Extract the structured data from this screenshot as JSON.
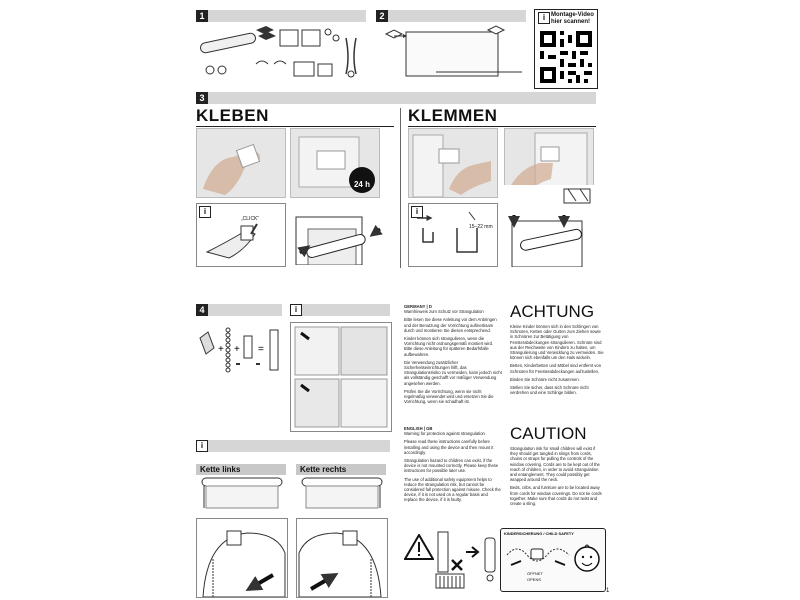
{
  "step1": {
    "number": "1"
  },
  "step2": {
    "number": "2"
  },
  "step3": {
    "number": "3"
  },
  "step4": {
    "number": "4"
  },
  "info_icon": "i",
  "qr": {
    "line1": "Montage-Video",
    "line2": "hier scannen!"
  },
  "kleben": {
    "heading": "KLEBEN",
    "badge_24h": "24 h",
    "click_label": "„CLICK“"
  },
  "klemmen": {
    "heading": "KLEMMEN",
    "size_label": "15–22 mm"
  },
  "kette_links": "Kette links",
  "kette_rechts": "Kette rechts",
  "german": {
    "country": "GERMANY | D",
    "subtitle": "Warnhinweis zum Schutz vor Strangulation",
    "p1": "Bitte lesen Sie diese Anleitung vor dem Anbringen und der Benutzung der Vorrichtung aufmerksam durch und montieren Sie diesen entsprechend.",
    "p2": "Kinder können sich strangulieren, wenn die Vorrichtung nicht ordnungsgemäß montiert wird. Bitte diese Anleitung für späteren Bedarfsfalle aufbewahren.",
    "p3": "Die Verwendung zusätzlicher Sicherheitseinrichtungen hilft, das Strangulationsrisiko zu vermeiden, kann jedoch nicht als vollständig geschafft vor mäßiger Verwendung angesehen werden.",
    "p4": "Prüfen Sie die Vorrichtung, wenn sie nicht regelmäßig verwendet wird und ersetzen Sie die Vorrichtung, wenn sie schadhaft ist."
  },
  "english": {
    "country": "ENGLISH | GB",
    "subtitle": "Warning for protection against strangulation",
    "p1": "Please read these instructions carefully before installing and using the device and then mount it accordingly.",
    "p2": "Strangulation hazard to children can exist, if the device is not mounted correctly. Please keep these instructions for possible later use.",
    "p3": "The use of additional safety equipment helps to reduce the strangulation risk, but cannot be considered full protection against misuse. Check the device, if it is not used on a regular basis and replace the device, if it is faulty."
  },
  "achtung": {
    "heading": "ACHTUNG",
    "p1": "Kleine Kinder können sich in den Schlingen von Schnüren, Ketten oder Gurten zum Ziehen sowie in Schnüren zur Betätigung von Fensterabdeckungen strangulieren. Schnüre sind aus der Reichweite von Kindern zu halten, um Strangulierung und Verwicklung zu vermeiden. Sie können sich ebenfalls um den Hals wickeln.",
    "p2": "Betten, Kinderbetten und Möbel sind entfernt von Schnüren für Fensterabdeckungen aufzustellen.",
    "p3": "Binden Sie Schnüre nicht zusammen.",
    "p4": "Stellen Sie sicher, dass sich Schnüre nicht verdrehen und eine Schlinge bilden."
  },
  "caution": {
    "heading": "CAUTION",
    "p1": "Strangulation risk for small children will exist if they should get tangled in slings from cords, chains or straps for pulling the controls of the window covering. Cords are to be kept out of the reach of children, in order to avoid strangulation and entanglement. They could possibly get wrapped around the neck.",
    "p2": "Beds, cribs, and furniture are to be located away from cords for window coverings. Do not tie cords together. Make sure that cords do not twist and create a sling."
  },
  "child_safety": {
    "label": "KINDERSICHERUNG / CHILD SAFETY",
    "offnet": "ÖFFNET",
    "opens": "OPENS"
  },
  "page_number": "1"
}
